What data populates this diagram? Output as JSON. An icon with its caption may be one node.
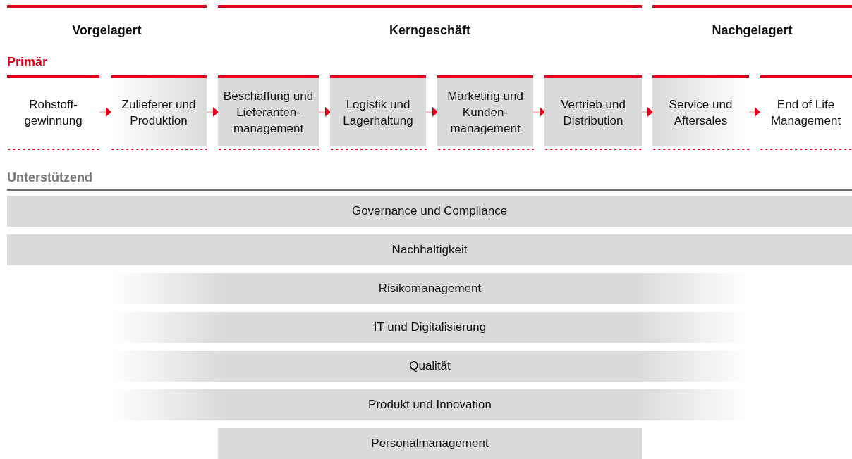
{
  "diagram": {
    "nodes": [
      {
        "text": [
          "Rohstoff- gewinnung"
        ]
      },
      {
        "text": [
          "Zulieferer und Produktion"
        ]
      },
      {
        "text": [
          "Beschaffung und Lieferanten- management"
        ]
      },
      {
        "text": [
          "Logistik und Lagerhaltung"
        ]
      },
      {
        "text": [
          "Marketing und Kunden- management"
        ]
      },
      {
        "text": [
          "Vertrieb und Distribution"
        ]
      },
      {
        "text": [
          "Service und Aftersales"
        ]
      },
      {
        "text": [
          "End of Life Management"
        ]
      },
      {
        "text": [
          "Governance und Compliance"
        ]
      },
      {
        "text": [
          "Nachhaltigkeit"
        ]
      },
      {
        "text": [
          "Risikomanagement"
        ]
      },
      {
        "text": [
          "IT und Digitalisierung"
        ]
      },
      {
        "text": [
          "Qualität"
        ]
      },
      {
        "text": [
          "Produkt und Innovation"
        ]
      },
      {
        "text": [
          "Personalmanagement"
        ]
      }
    ],
    "edges": [
      {
        "from": 0,
        "to": 1,
        "arrow": "to"
      },
      {
        "from": 1,
        "to": 2,
        "arrow": "to"
      },
      {
        "from": 2,
        "to": 3,
        "arrow": "to"
      },
      {
        "from": 3,
        "to": 4,
        "arrow": "to"
      },
      {
        "from": 4,
        "to": 5,
        "arrow": "to"
      },
      {
        "from": 5,
        "to": 6,
        "arrow": "to"
      },
      {
        "from": 6,
        "to": 7,
        "arrow": "to"
      }
    ],
    "labels": [
      "Vorgelagert",
      "Kerngeschäft",
      "Nachgelagert",
      "Primär",
      "Unterstützend"
    ]
  }
}
